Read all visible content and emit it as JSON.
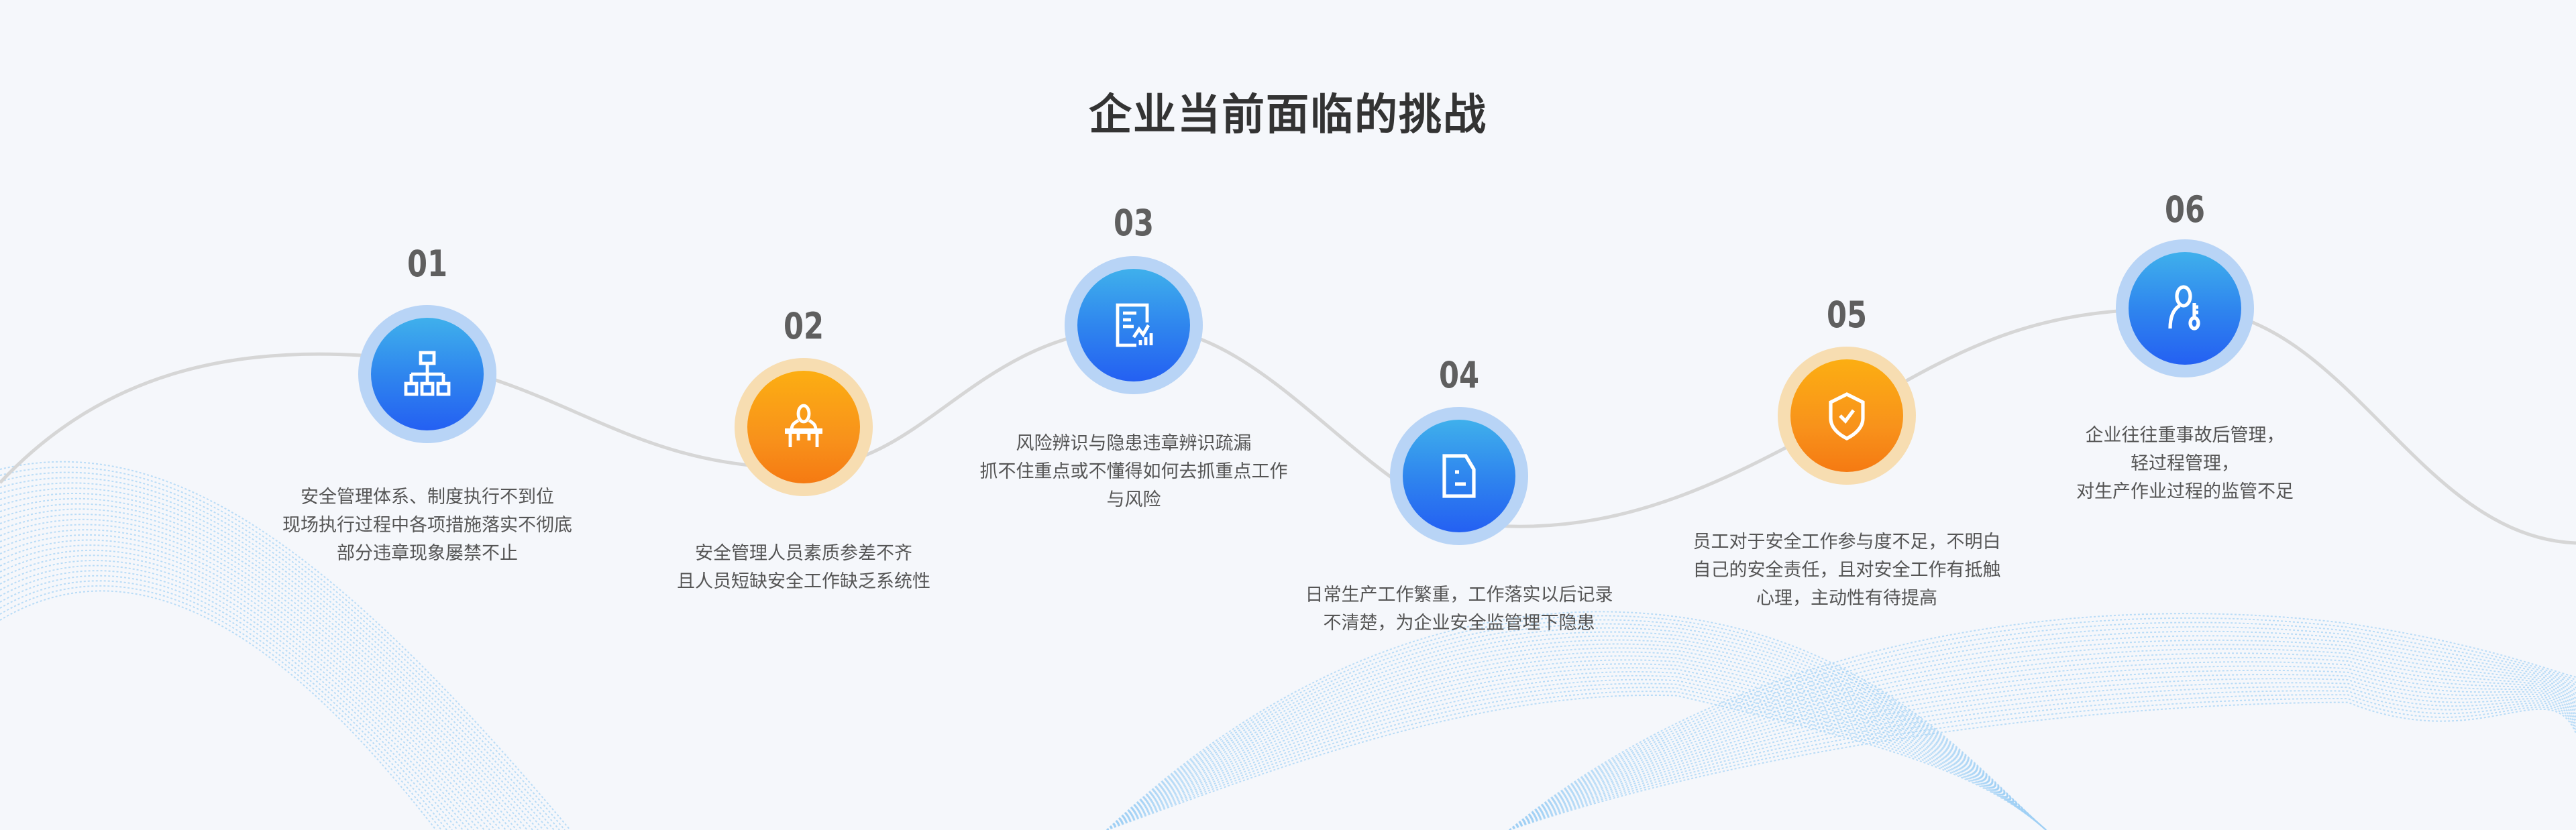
{
  "title": "企业当前面临的挑战",
  "colors": {
    "blue": "#2f86ee",
    "orange": "#f8921b",
    "text": "#555555"
  },
  "items": [
    {
      "num": "01",
      "icon": "org-chart-icon",
      "theme": "blue",
      "lines": [
        "安全管理体系、制度执行不到位",
        "现场执行过程中各项措施落实不彻底",
        "部分违章现象屡禁不止"
      ]
    },
    {
      "num": "02",
      "icon": "person-desk-icon",
      "theme": "orange",
      "lines": [
        "安全管理人员素质参差不齐",
        "且人员短缺安全工作缺乏系统性"
      ]
    },
    {
      "num": "03",
      "icon": "report-chart-icon",
      "theme": "blue",
      "lines": [
        "风险辨识与隐患违章辨识疏漏",
        "抓不住重点或不懂得如何去抓重点工作",
        "与风险"
      ]
    },
    {
      "num": "04",
      "icon": "document-icon",
      "theme": "blue",
      "lines": [
        "日常生产工作繁重，工作落实以后记录",
        "不清楚，为企业安全监管埋下隐患"
      ]
    },
    {
      "num": "05",
      "icon": "shield-check-icon",
      "theme": "orange",
      "lines": [
        "员工对于安全工作参与度不足，不明白",
        "自己的安全责任，且对安全工作有抵触",
        "心理，主动性有待提高"
      ]
    },
    {
      "num": "06",
      "icon": "user-key-icon",
      "theme": "blue",
      "lines": [
        "企业往往重事故后管理，",
        "轻过程管理，",
        "对生产作业过程的监管不足"
      ]
    }
  ]
}
